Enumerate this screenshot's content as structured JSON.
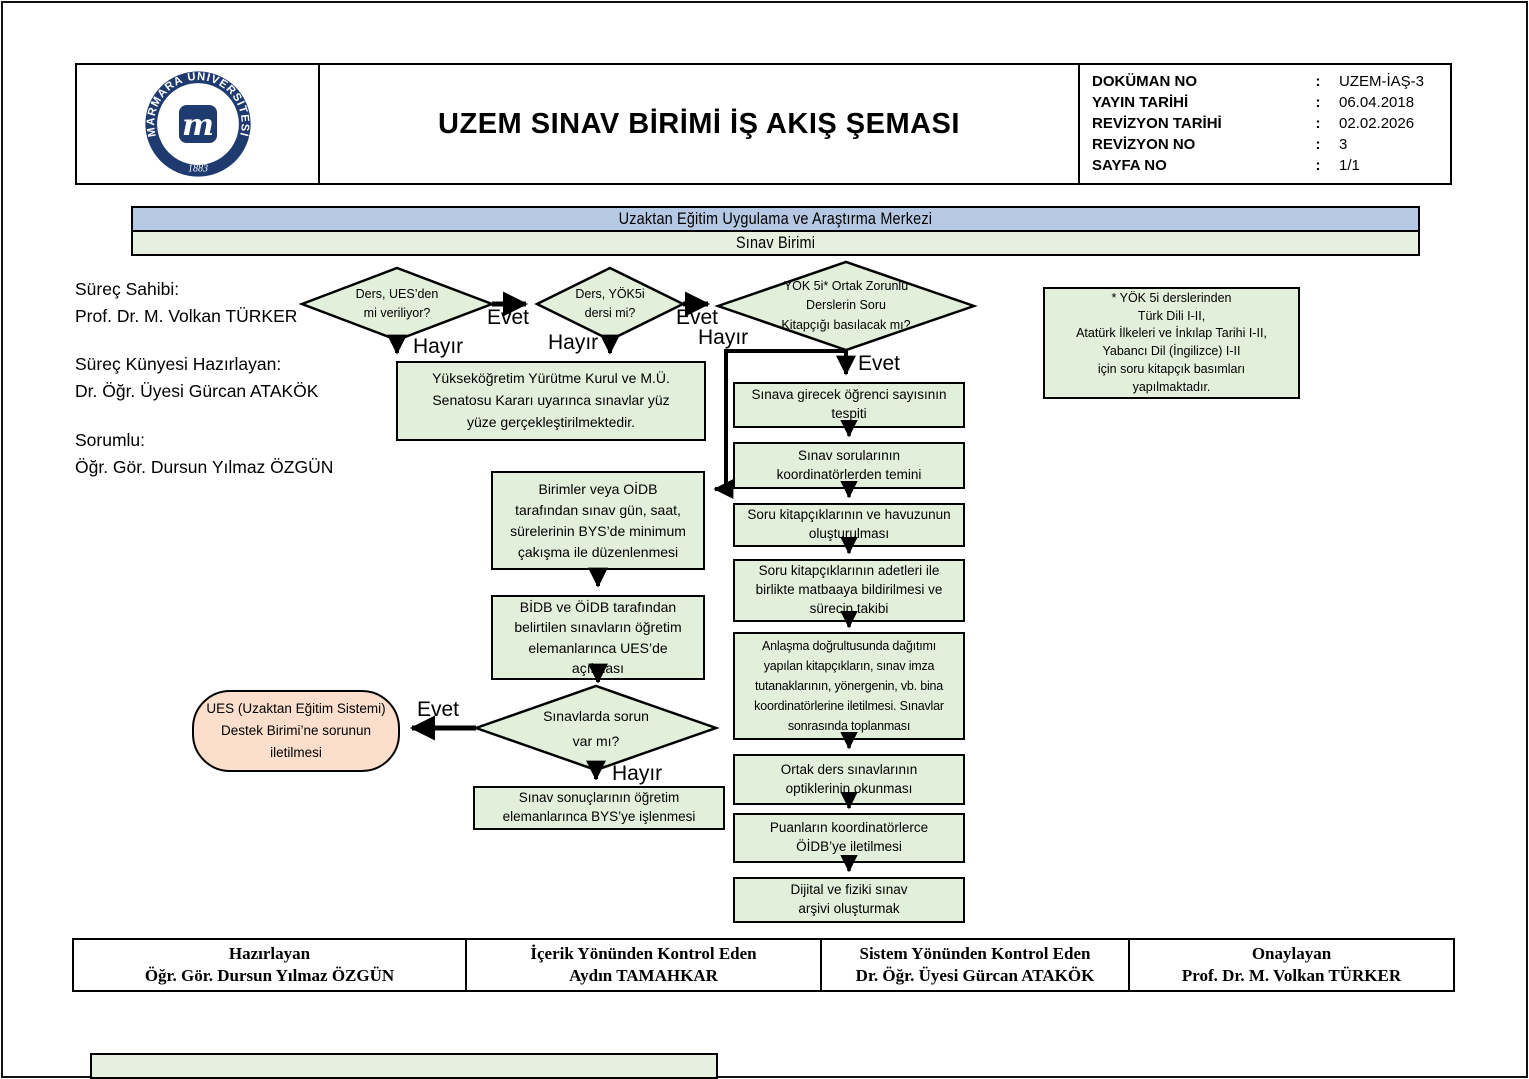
{
  "colors": {
    "process_fill": "#e2efda",
    "banner_blue": "#b6c9e4",
    "terminator_pink": "#fbdecb",
    "logo_navy": "#1e3a6e",
    "line": "#000000"
  },
  "header": {
    "logo": {
      "university": "MARMARA ÜNİVERSİTESİ",
      "year": "1883",
      "monogram": "m"
    },
    "title": "UZEM SINAV BİRİMİ İŞ AKIŞ ŞEMASI",
    "doc_info": {
      "separator": ":",
      "rows": [
        {
          "label": "DOKÜMAN NO",
          "value": "UZEM-İAŞ-3"
        },
        {
          "label": "YAYIN TARİHİ",
          "value": "06.04.2018"
        },
        {
          "label": "REVİZYON TARİHİ",
          "value": "02.02.2026"
        },
        {
          "label": "REVİZYON NO",
          "value": "3"
        },
        {
          "label": "SAYFA NO",
          "value": "1/1"
        }
      ]
    }
  },
  "banners": {
    "center": "Uzaktan Eğitim Uygulama ve Araştırma Merkezi",
    "unit": "Sınav Birimi"
  },
  "left_panel": {
    "items": [
      {
        "label": "Süreç Sahibi:",
        "value": "Prof. Dr. M. Volkan TÜRKER"
      },
      {
        "label": "Süreç Künyesi Hazırlayan:",
        "value": "Dr. Öğr. Üyesi Gürcan ATAKÖK"
      },
      {
        "label": "Sorumlu:",
        "value": "Öğr. Gör. Dursun Yılmaz ÖZGÜN"
      }
    ]
  },
  "flowchart": {
    "labels": {
      "yes": "Evet",
      "no": "Hayır"
    },
    "decisions": {
      "d1": "Ders, UES’den\nmi veriliyor?",
      "d2": "Ders, YÖK5i\ndersi mi?",
      "d3": "YÖK 5i* Ortak Zorunlu\nDerslerin Soru\nKitapçığı basılacak mı?",
      "d4": "Sınavlarda sorun\nvar mı?"
    },
    "boxes": {
      "senato": "Yükseköğretim Yürütme Kurul ve M.Ü.\nSenatosu Kararı uyarınca sınavlar yüz\nyüze gerçekleştirilmektedir.",
      "scheduling": "Birimler veya OİDB\ntarafından sınav gün, saat,\nsürelerinin BYS’de minimum\nçakışma ile düzenlenmesi",
      "ues_open": "BİDB ve ÖİDB tarafından\nbelirtilen sınavların öğretim\nelemanlarınca UES’de\naçılması",
      "bys_results": "Sınav sonuçlarının öğretim\nelemanlarınca BYS’ye işlenmesi",
      "ues_support": "UES (Uzaktan Eğitim Sistemi)\nDestek Birimi’ne sorunun\niletilmesi",
      "note": "* YÖK 5i derslerinden\nTürk Dili I-II,\nAtatürk İlkeleri ve İnkılap Tarihi I-II,\nYabancı Dil (İngilizce) I-II\niçin soru kitapçık basımları\nyapılmaktadır."
    },
    "print_chain": [
      "Sınava girecek öğrenci sayısının\ntespiti",
      "Sınav sorularının\nkoordinatörlerden temini",
      "Soru kitapçıklarının ve havuzunun\noluşturulması",
      "Soru kitapçıklarının adetleri ile\nbirlikte matbaaya bildirilmesi ve\nsürecin takibi",
      "Anlaşma doğrultusunda dağıtımı\nyapılan kitapçıkların, sınav imza\ntutanaklarının, yönergenin, vb. bina\nkoordinatörlerine iletilmesi. Sınavlar\nsonrasında toplanması",
      "Ortak ders sınavlarının\noptiklerinin okunması",
      "Puanların koordinatörlerce\nÖİDB’ye iletilmesi",
      "Dijital ve fiziki sınav\narşivi oluşturmak"
    ]
  },
  "footer": {
    "cells": [
      {
        "role": "Hazırlayan",
        "name": "Öğr. Gör. Dursun Yılmaz ÖZGÜN"
      },
      {
        "role": "İçerik Yönünden Kontrol Eden",
        "name": "Aydın TAMAHKAR"
      },
      {
        "role": "Sistem Yönünden Kontrol Eden",
        "name": "Dr. Öğr. Üyesi Gürcan ATAKÖK"
      },
      {
        "role": "Onaylayan",
        "name": "Prof. Dr. M. Volkan TÜRKER"
      }
    ]
  }
}
